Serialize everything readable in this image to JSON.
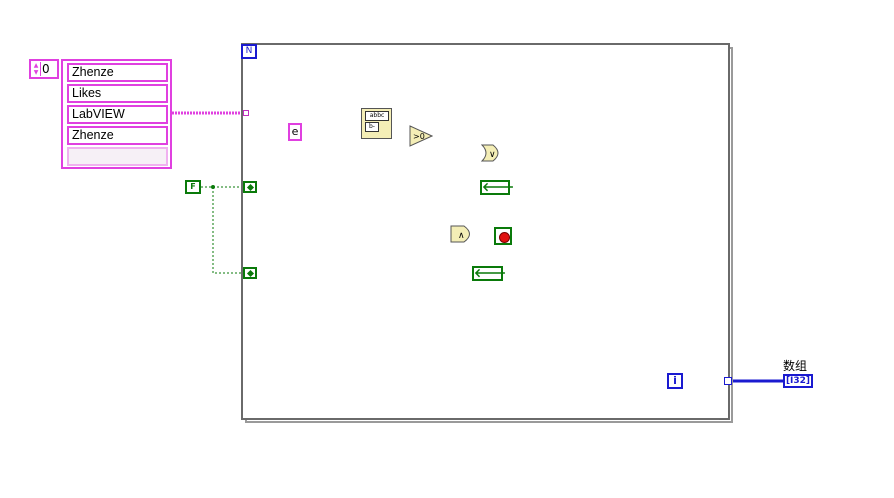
{
  "array_constant": {
    "index": "0",
    "elements": [
      "Zhenze",
      "Likes",
      "LabVIEW",
      "Zhenze"
    ]
  },
  "while_loop": {
    "iteration_terminal": "N",
    "index_terminal": "i"
  },
  "char_constant": "e",
  "bool_constant": "F",
  "indicator": {
    "label": "数组",
    "type": "[I32]"
  },
  "compare_label": ">0",
  "or_label": "∨",
  "and_label": "∧",
  "search_label": "abbc",
  "colors": {
    "string_wire": "#e040e0",
    "bool_wire": "#0a7a0a",
    "numeric_wire": "#1a1ad0",
    "loop_border": "#6a6a6a"
  }
}
